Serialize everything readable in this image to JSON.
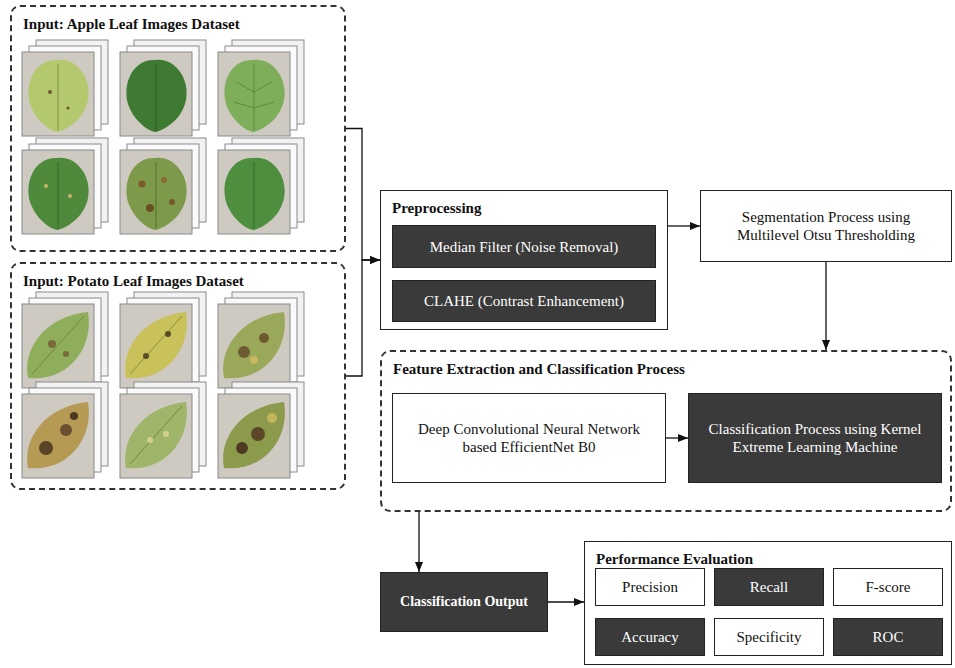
{
  "diagram": {
    "nodes": [
      {
        "text": [
          "Input: Apple Leaf Images Dataset"
        ]
      },
      {
        "text": [
          "Input: Potato Leaf Images Dataset"
        ]
      },
      {
        "text": [
          "Preprocessing"
        ]
      },
      {
        "text": [
          "Median Filter (Noise Removal)"
        ],
        "in": 2
      },
      {
        "text": [
          "CLAHE (Contrast Enhancement)"
        ],
        "in": 2
      },
      {
        "text": [
          "Segmentation Process using Multilevel Otsu Thresholding"
        ]
      },
      {
        "text": [
          "Feature Extraction and Classification Process"
        ]
      },
      {
        "text": [
          "Deep Convolutional Neural Network based EfficientNet B0"
        ],
        "in": 6
      },
      {
        "text": [
          "Classification Process using Kernel Extreme Learning Machine"
        ],
        "in": 6
      },
      {
        "text": [
          "Classification Output"
        ]
      },
      {
        "text": [
          "Performance Evaluation"
        ]
      },
      {
        "text": [
          "Precision"
        ],
        "in": 10
      },
      {
        "text": [
          "Recall"
        ],
        "in": 10
      },
      {
        "text": [
          "F-score"
        ],
        "in": 10
      },
      {
        "text": [
          "Accuracy"
        ],
        "in": 10
      },
      {
        "text": [
          "Specificity"
        ],
        "in": 10
      },
      {
        "text": [
          "ROC"
        ],
        "in": 10
      }
    ],
    "edges": [
      {
        "from": 0,
        "to": 2,
        "arrow": "to"
      },
      {
        "from": 1,
        "to": 2,
        "arrow": "to"
      },
      {
        "from": 2,
        "to": 5,
        "arrow": "to"
      },
      {
        "from": 5,
        "to": 6,
        "arrow": "to"
      },
      {
        "from": 7,
        "to": 8,
        "arrow": "to"
      },
      {
        "from": 6,
        "to": 9,
        "arrow": "to"
      },
      {
        "from": 9,
        "to": 10,
        "arrow": "to"
      }
    ]
  }
}
